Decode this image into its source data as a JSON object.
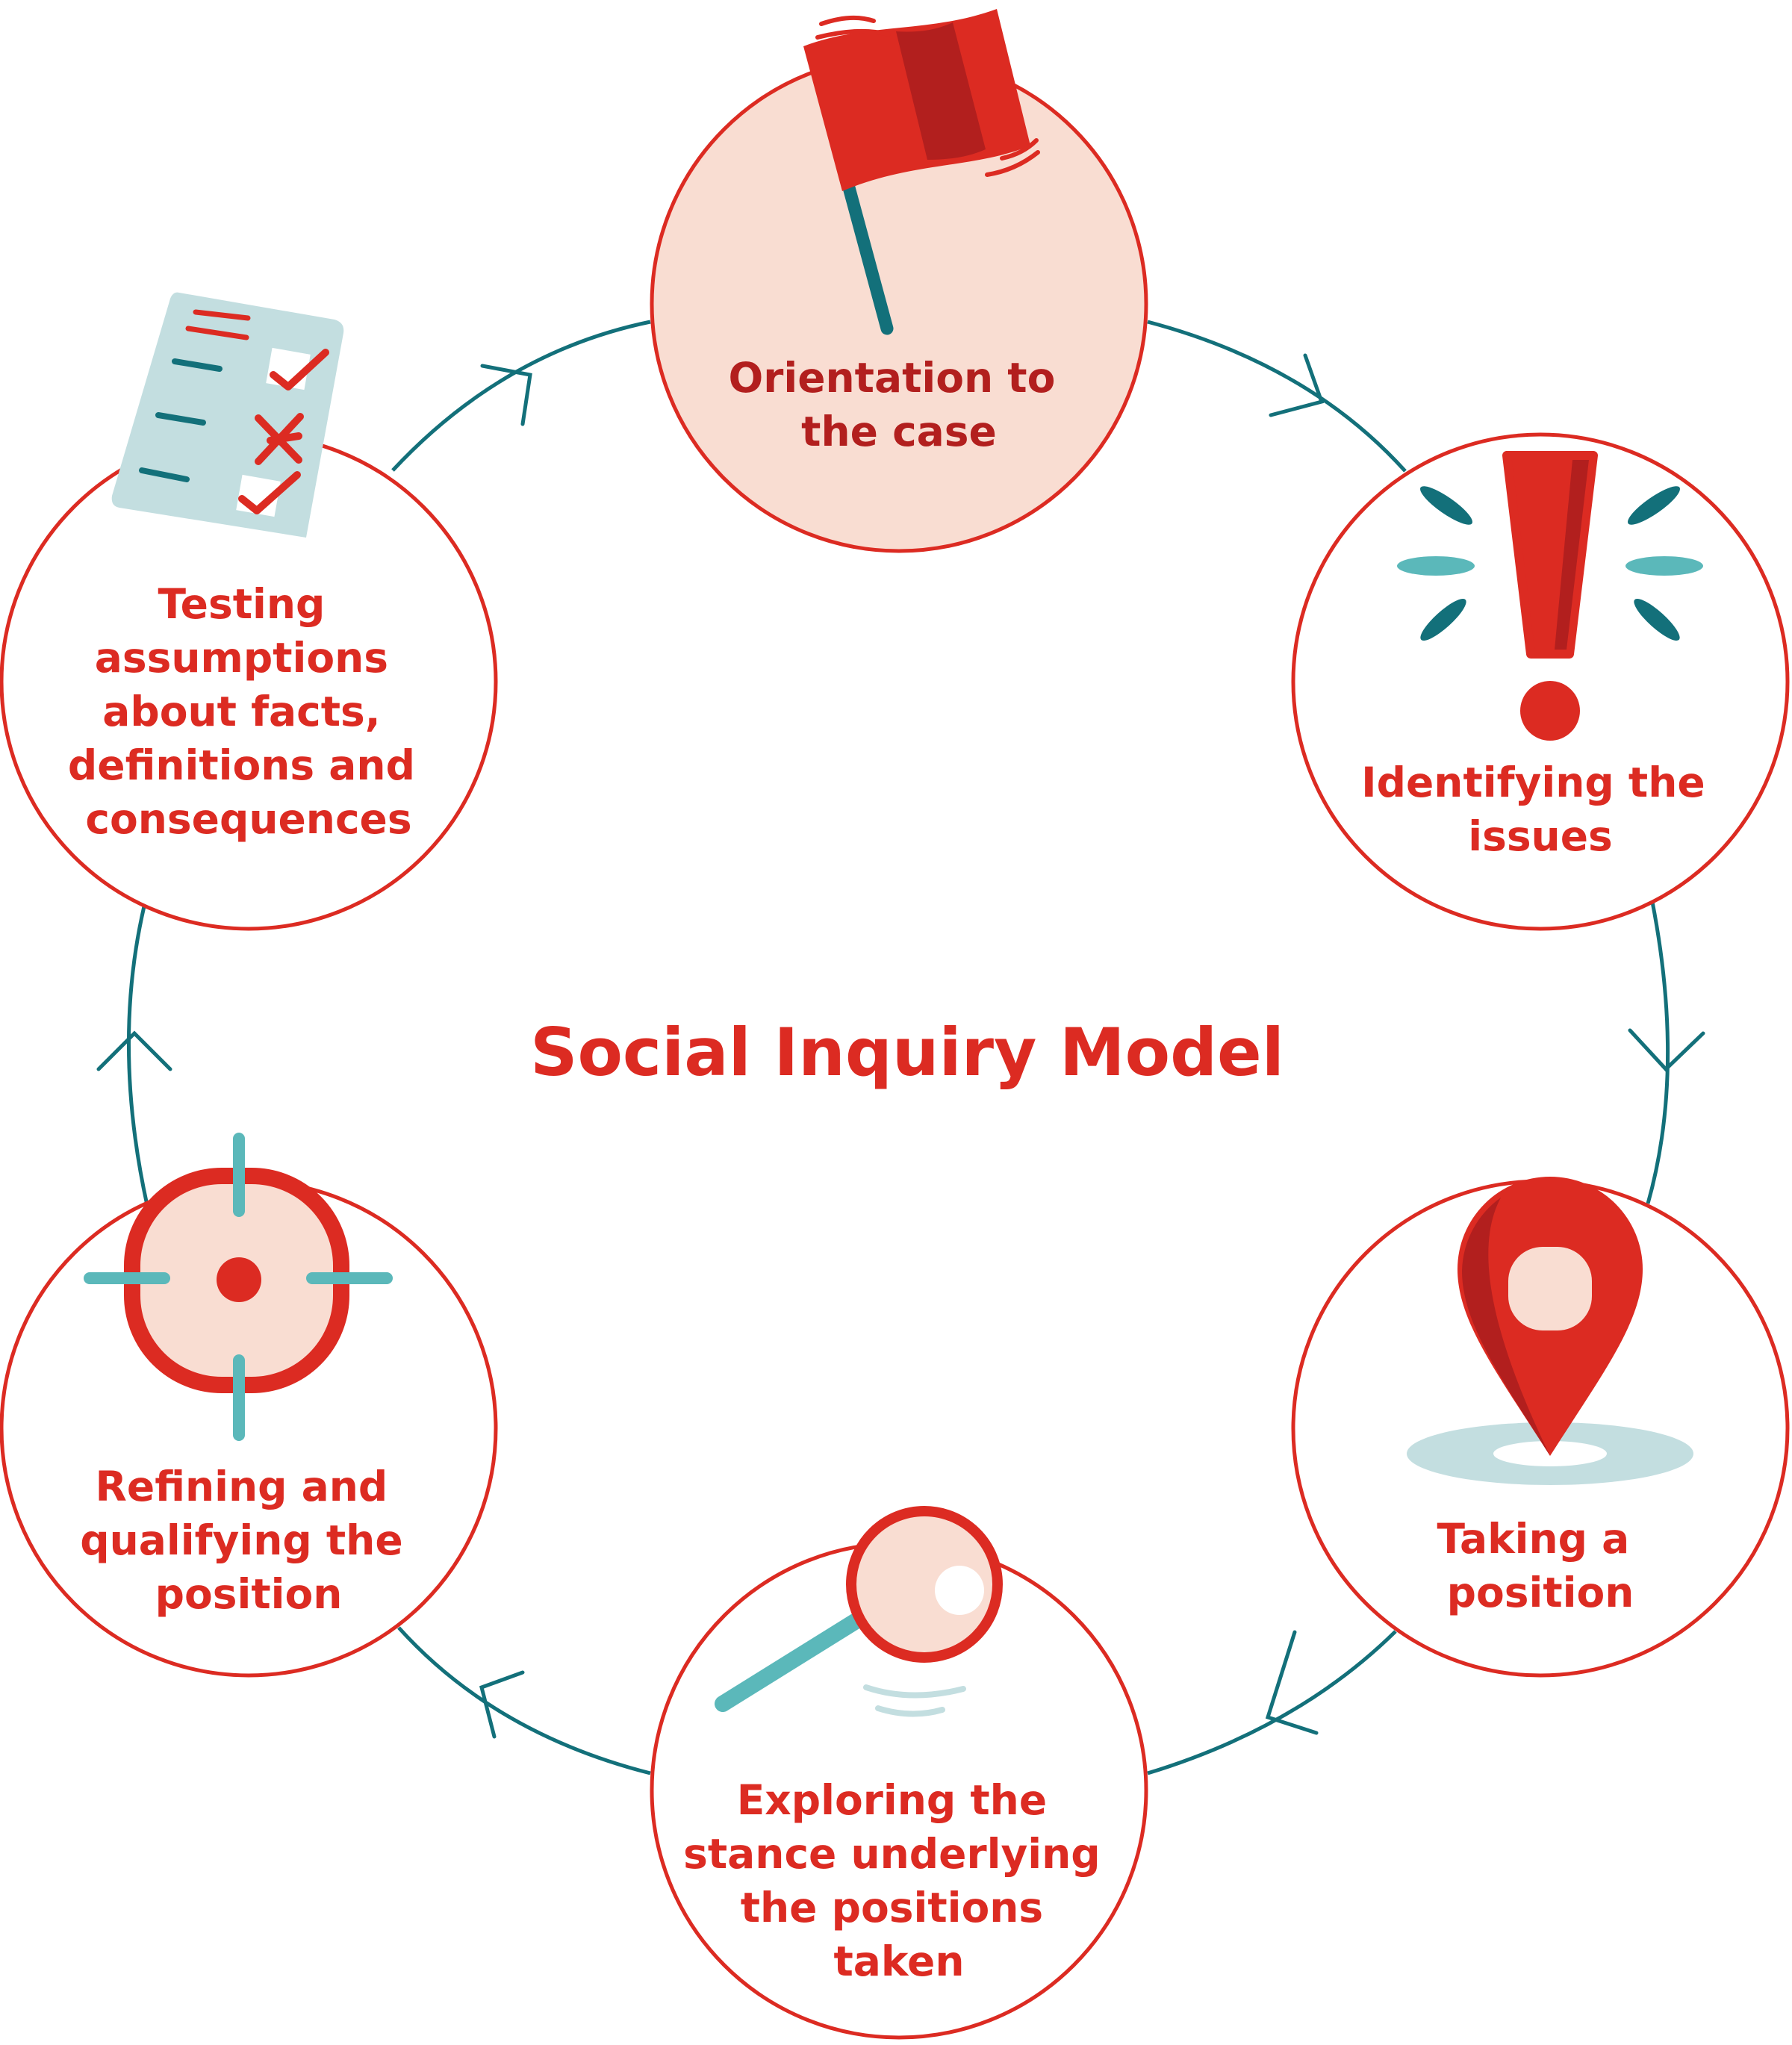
{
  "title": "Social Inquiry Model",
  "colors": {
    "primary_red": "#dc2b22",
    "dark_red": "#b21f1e",
    "teal": "#13707a",
    "light_teal": "#5bb8ba",
    "pale_teal": "#c3dee0",
    "peach": "#f9ddd2",
    "white": "#ffffff"
  },
  "flow_direction": "clockwise",
  "stages": [
    {
      "id": "orientation",
      "icon": "flag-icon",
      "lines": [
        "Orientation to",
        "the case"
      ]
    },
    {
      "id": "issues",
      "icon": "exclamation-icon",
      "lines": [
        "Identifying the",
        "issues"
      ]
    },
    {
      "id": "position",
      "icon": "map-pin-icon",
      "lines": [
        "Taking a",
        "position"
      ]
    },
    {
      "id": "stance",
      "icon": "magnifying-glass-icon",
      "lines": [
        "Exploring the",
        "stance underlying",
        "the positions",
        "taken"
      ]
    },
    {
      "id": "refining",
      "icon": "target-icon",
      "lines": [
        "Refining and",
        "qualifying the",
        "position"
      ]
    },
    {
      "id": "testing",
      "icon": "checklist-icon",
      "lines": [
        "Testing",
        "assumptions",
        "about facts,",
        "definitions and",
        "consequences"
      ]
    }
  ]
}
